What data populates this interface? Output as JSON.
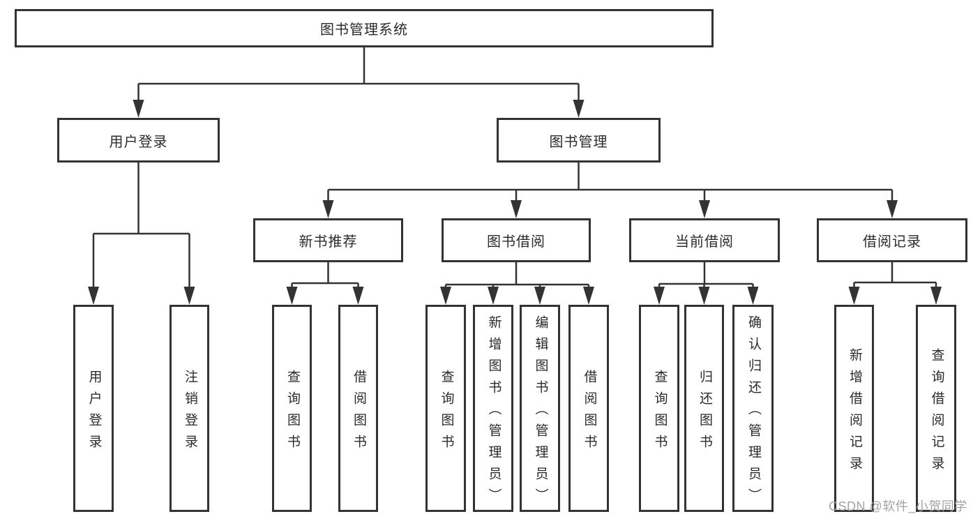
{
  "diagram_title": "图书管理系统",
  "tree": {
    "label": "图书管理系统",
    "children": [
      {
        "label": "用户登录",
        "children": [
          {
            "label": "用户登录"
          },
          {
            "label": "注销登录"
          }
        ]
      },
      {
        "label": "图书管理",
        "children": [
          {
            "label": "新书推荐",
            "children": [
              {
                "label": "查询图书"
              },
              {
                "label": "借阅图书"
              }
            ]
          },
          {
            "label": "图书借阅",
            "children": [
              {
                "label": "查询图书"
              },
              {
                "label": "新增图书（管理员）"
              },
              {
                "label": "编辑图书（管理员）"
              },
              {
                "label": "借阅图书"
              }
            ]
          },
          {
            "label": "当前借阅",
            "children": [
              {
                "label": "查询图书"
              },
              {
                "label": "归还图书"
              },
              {
                "label": "确认归还（管理员）"
              }
            ]
          },
          {
            "label": "借阅记录",
            "children": [
              {
                "label": "新增借阅记录"
              },
              {
                "label": "查询借阅记录"
              }
            ]
          }
        ]
      }
    ]
  },
  "watermark": {
    "text": "CSDN @软件_小贺同学"
  },
  "colors": {
    "line": "#333333",
    "box_border": "#333333",
    "text": "#2b2b2b",
    "watermark": "#a3a3a3",
    "background": "#ffffff"
  }
}
